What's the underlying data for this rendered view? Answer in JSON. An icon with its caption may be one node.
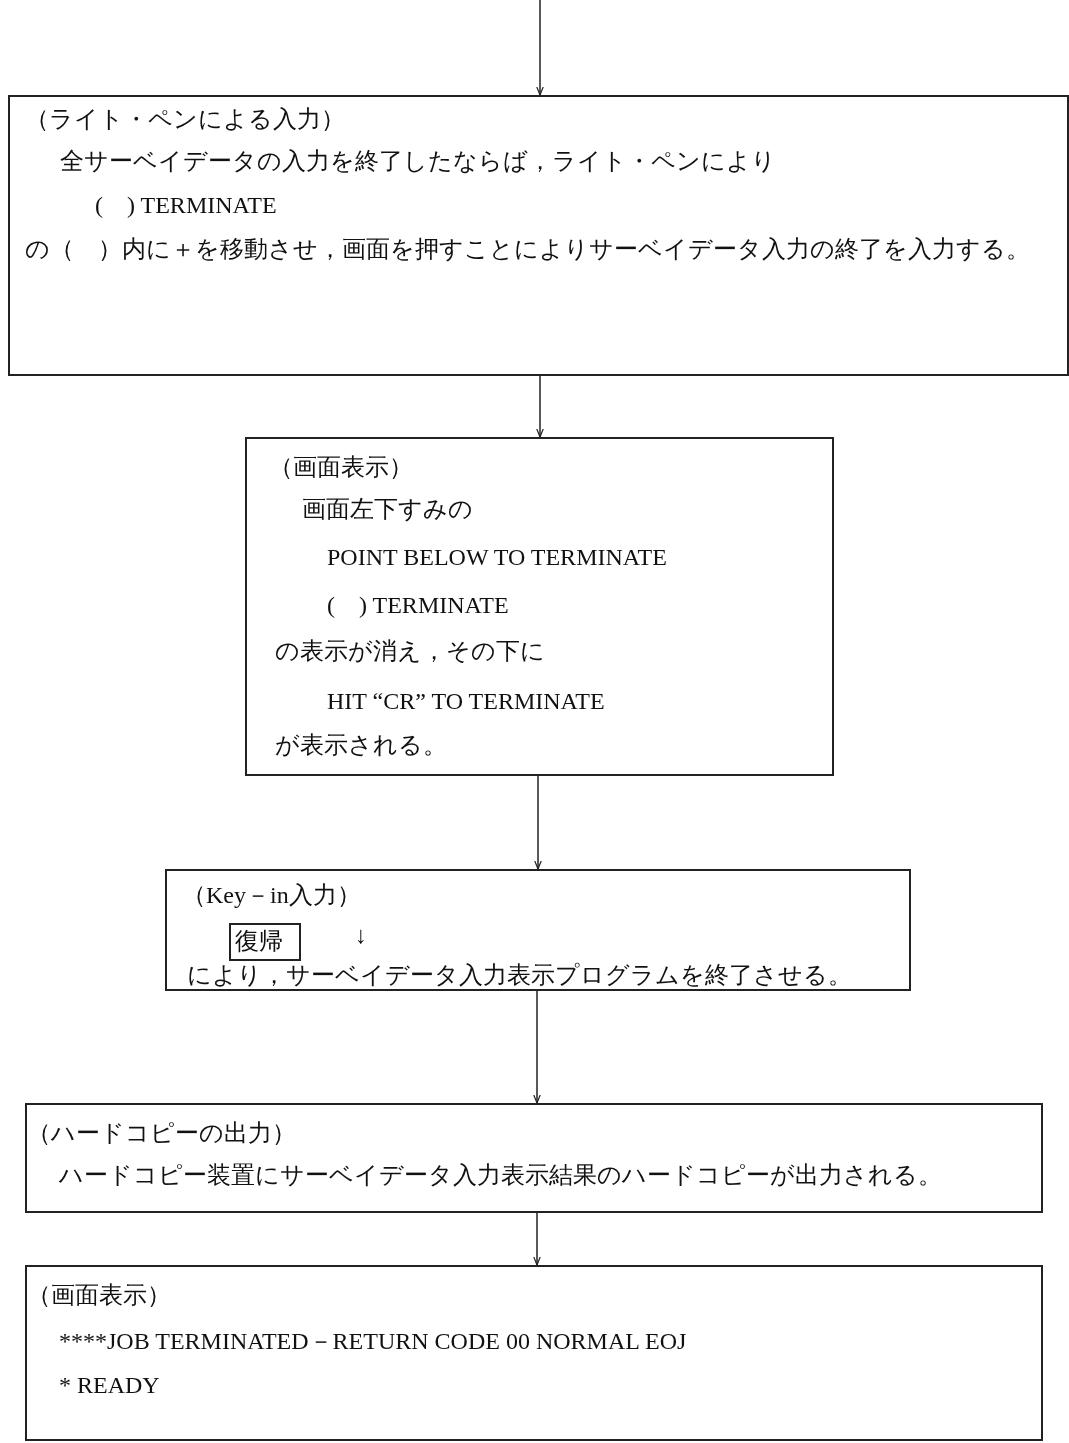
{
  "diagram": {
    "nodes": [
      {
        "text": [
          "（ライト・ペンによる入力）",
          "全サーベイデータの入力を終了したならば，ライト・ペンにより",
          "(　) TERMINATE",
          "の（　）内に＋を移動させ，画面を押すことによりサーベイデータ入力の終了を入力する。"
        ]
      },
      {
        "text": [
          "（画面表示）",
          "画面左下すみの",
          "POINT BELOW TO TERMINATE",
          "(　) TERMINATE",
          "の表示が消え，その下に",
          "HIT “CR” TO TERMINATE",
          "が表示される。"
        ]
      },
      {
        "text": [
          "（Key－in入力）",
          "↓",
          "により，サーベイデータ入力表示プログラムを終了させる。"
        ]
      },
      {
        "text": [
          "復帰"
        ],
        "in": 2
      },
      {
        "text": [
          "（ハードコピーの出力）",
          "ハードコピー装置にサーベイデータ入力表示結果のハードコピーが出力される。"
        ]
      },
      {
        "text": [
          "（画面表示）",
          "****JOB TERMINATED－RETURN CODE 00 NORMAL EOJ",
          "* READY"
        ]
      }
    ],
    "edges": [
      {
        "from": null,
        "to": 0,
        "arrow": "to"
      },
      {
        "from": 0,
        "to": 1,
        "arrow": "to"
      },
      {
        "from": 1,
        "to": 2,
        "arrow": "to"
      },
      {
        "from": 2,
        "to": 4,
        "arrow": "to"
      },
      {
        "from": 4,
        "to": 5,
        "arrow": "to"
      }
    ]
  }
}
